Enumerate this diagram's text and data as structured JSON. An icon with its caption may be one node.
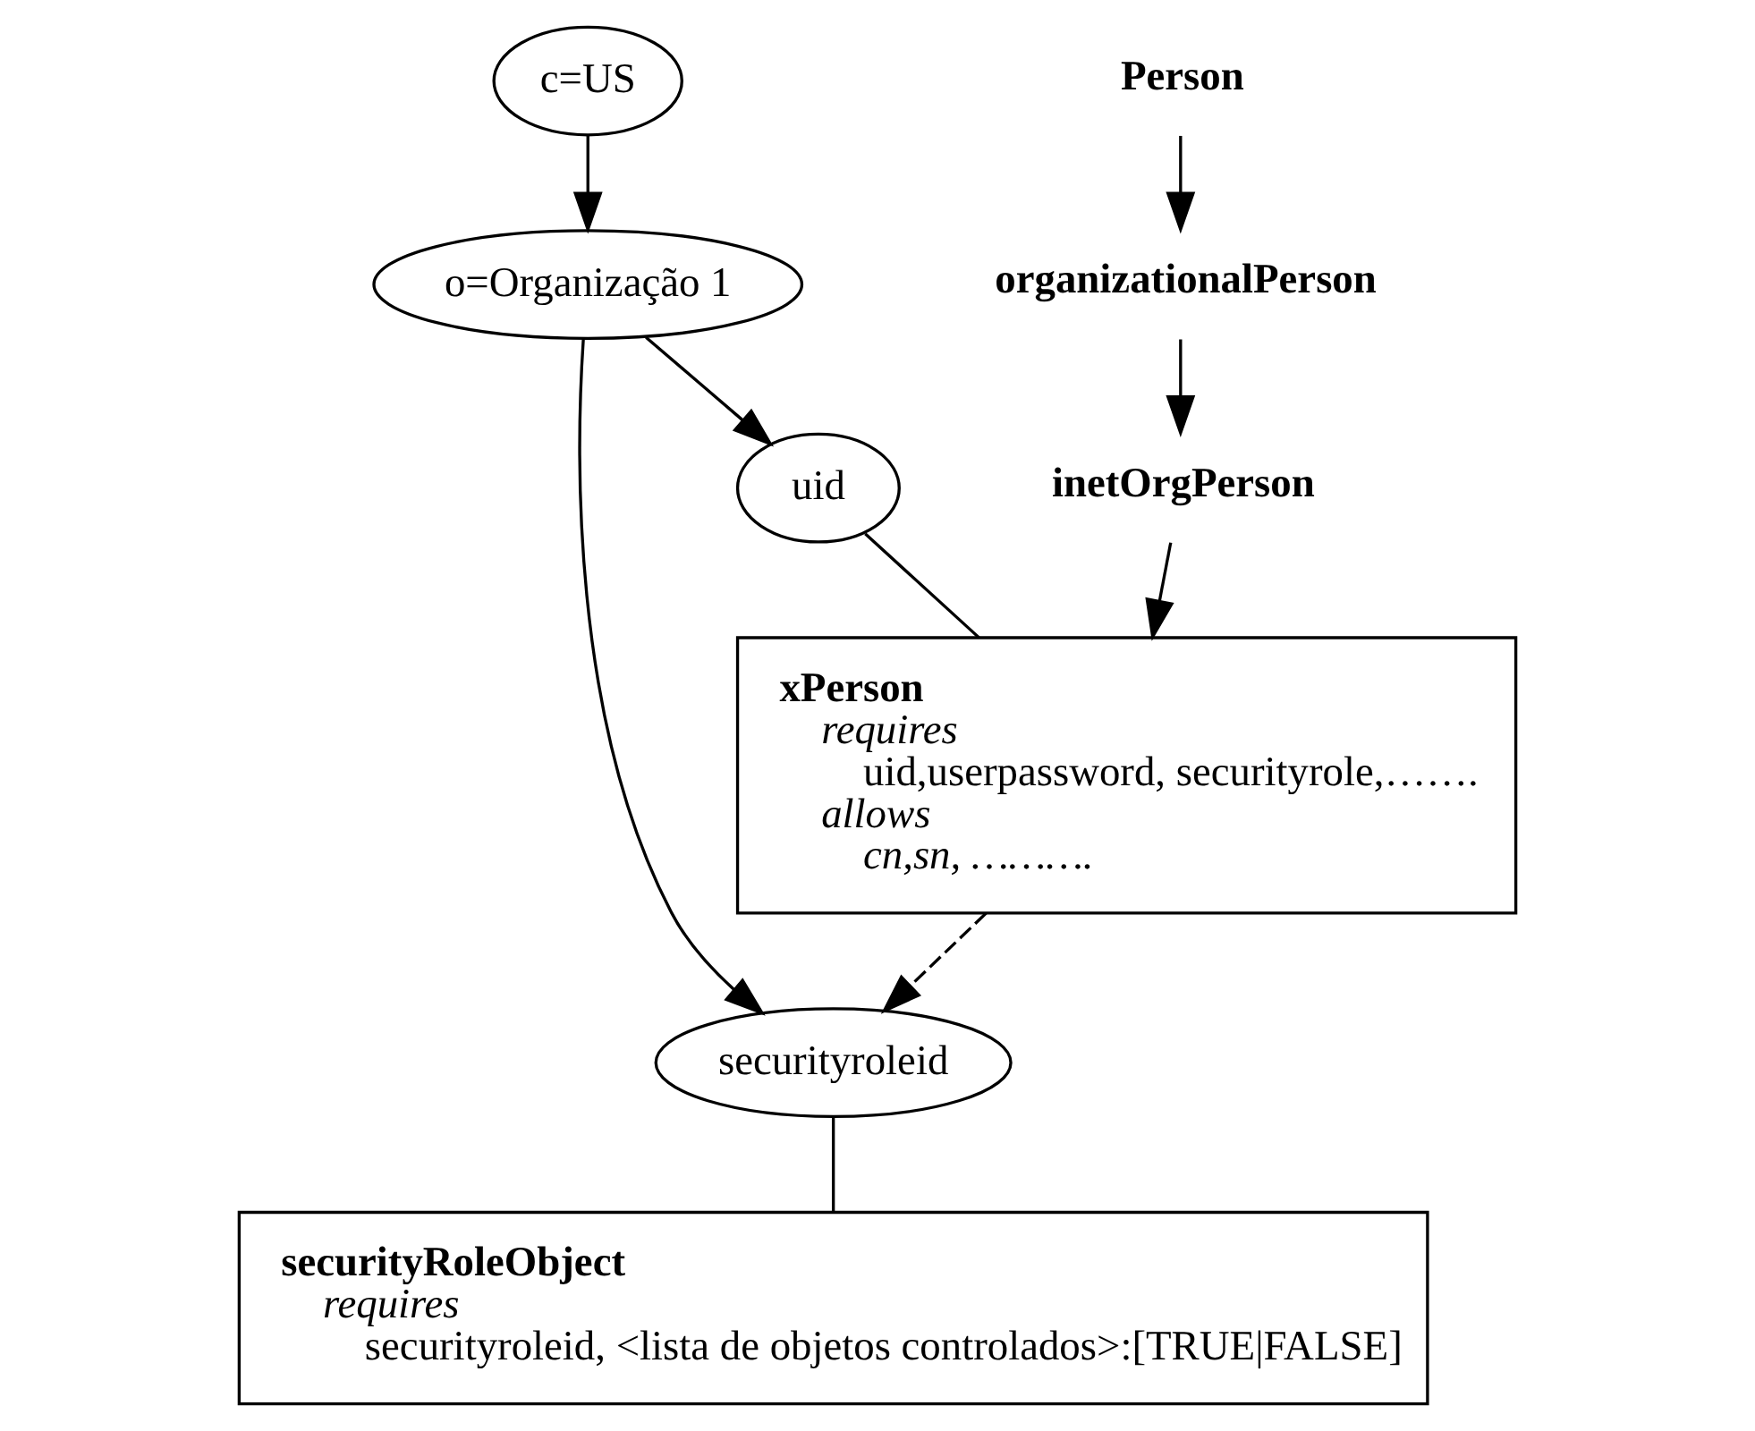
{
  "diagram": {
    "nodes": [
      {
        "text": [
          "c=US"
        ]
      },
      {
        "text": [
          "o=Organização 1"
        ]
      },
      {
        "text": [
          "uid"
        ]
      },
      {
        "text": [
          "securityroleid"
        ]
      },
      {
        "text": [
          "Person"
        ]
      },
      {
        "text": [
          "organizationalPerson"
        ]
      },
      {
        "text": [
          "inetOrgPerson"
        ]
      },
      {
        "text": [
          "xPerson",
          "requires",
          "uid,userpassword, securityrole,…….",
          "allows",
          "cn,sn, ………."
        ]
      },
      {
        "text": [
          "securityRoleObject",
          "requires",
          "securityroleid, <lista de objetos controlados>:[TRUE|FALSE]"
        ]
      }
    ],
    "edges": [
      {
        "from": 0,
        "to": 1,
        "arrow": "to"
      },
      {
        "from": 1,
        "to": 2,
        "arrow": "to"
      },
      {
        "from": 1,
        "to": 3,
        "arrow": "to"
      },
      {
        "from": 4,
        "to": 5,
        "arrow": "to"
      },
      {
        "from": 5,
        "to": 6,
        "arrow": "to"
      },
      {
        "from": 6,
        "to": 7,
        "arrow": "to"
      },
      {
        "from": 2,
        "to": 7,
        "arrow": "none"
      },
      {
        "from": 7,
        "to": 3,
        "arrow": "to",
        "style": "dashed"
      },
      {
        "from": 3,
        "to": 8,
        "arrow": "none"
      }
    ]
  }
}
